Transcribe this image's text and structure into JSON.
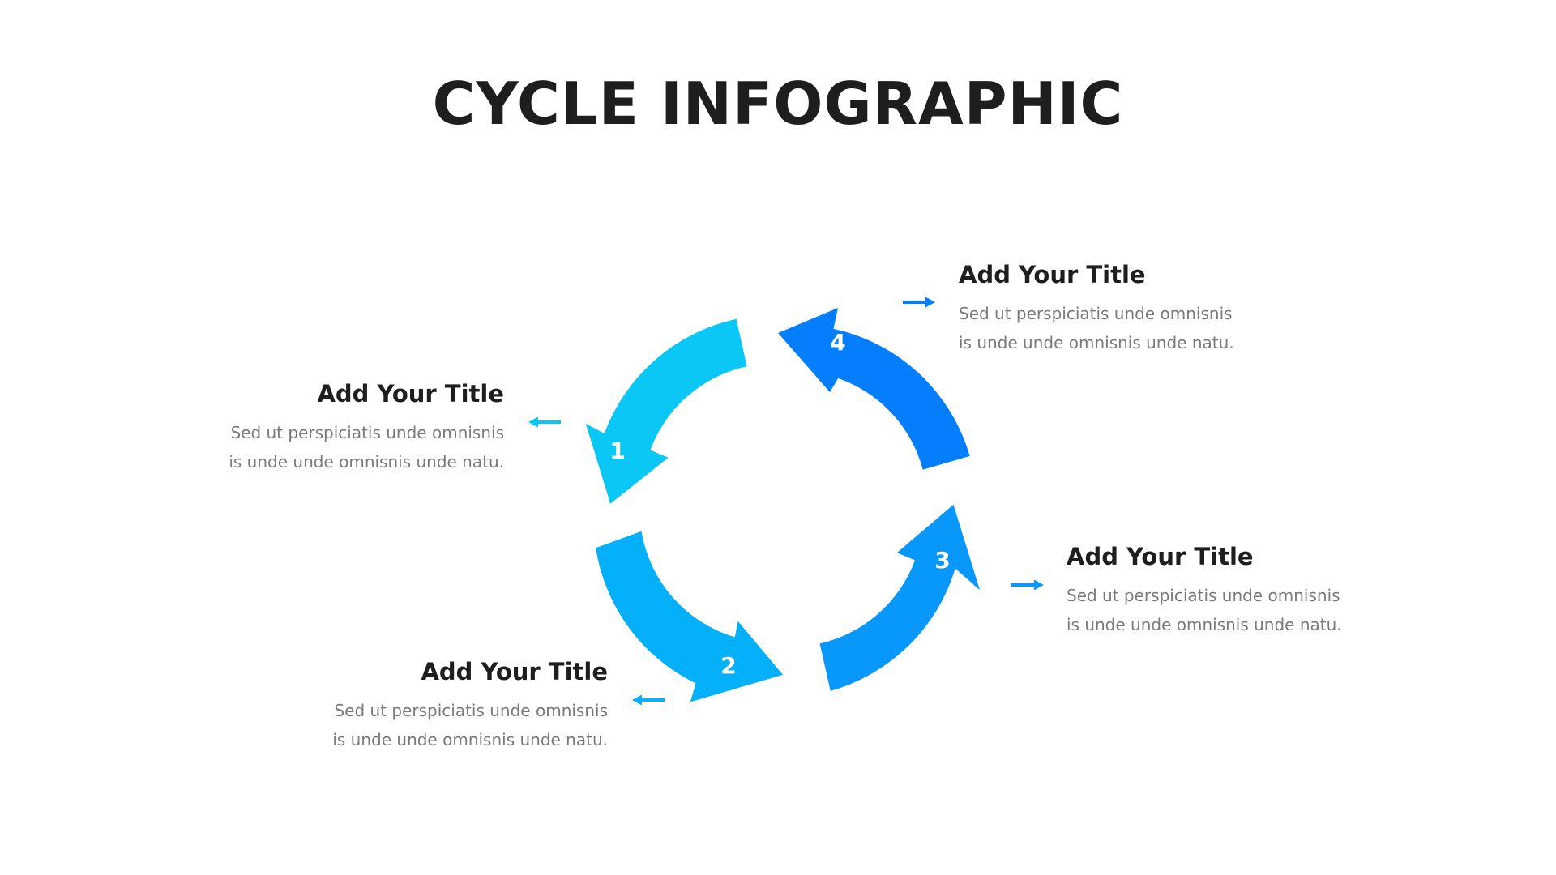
{
  "title": "CYCLE INFOGRAPHIC",
  "colors": {
    "background": "#ffffff",
    "title": "#1e1e1e",
    "body_text": "#7a7a7a",
    "number_text": "#ffffff"
  },
  "steps": [
    {
      "number": "1",
      "title": "Add Your Title",
      "lines": [
        "Sed ut perspiciatis unde omnisnis",
        "is unde unde omnisnis unde natu."
      ],
      "color": "#0ac7f5",
      "pointer_icon": "arrow-left-icon",
      "side": "left"
    },
    {
      "number": "2",
      "title": "Add Your Title",
      "lines": [
        "Sed ut perspiciatis unde omnisnis",
        "is unde unde omnisnis unde natu."
      ],
      "color": "#05b0fa",
      "pointer_icon": "arrow-left-icon",
      "side": "left"
    },
    {
      "number": "3",
      "title": "Add Your Title",
      "lines": [
        "Sed ut perspiciatis unde omnisnis",
        "is unde unde omnisnis unde natu."
      ],
      "color": "#0898fc",
      "pointer_icon": "arrow-right-icon",
      "side": "right"
    },
    {
      "number": "4",
      "title": "Add Your Title",
      "lines": [
        "Sed ut perspiciatis unde omnisnis",
        "is unde unde omnisnis unde natu."
      ],
      "color": "#057efd",
      "pointer_icon": "arrow-right-icon",
      "side": "right"
    }
  ]
}
